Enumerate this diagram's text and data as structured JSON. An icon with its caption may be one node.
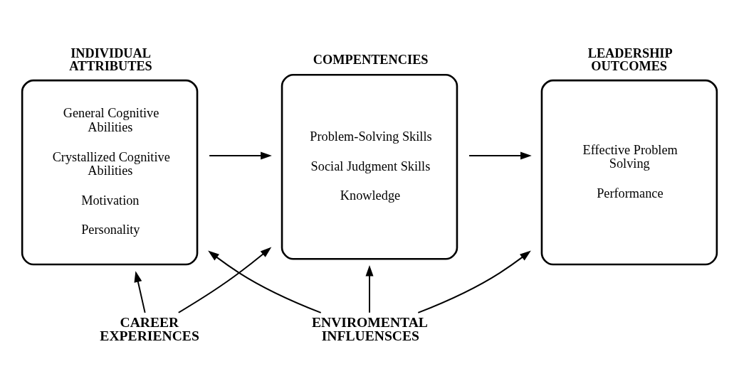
{
  "diagram": {
    "nodes": [
      {
        "text": [
          "INDIVIDUAL ATTRIBUTES",
          "General Cognitive Abilities",
          "Crystallized Cognitive Abilities",
          "Motivation",
          "Personality"
        ]
      },
      {
        "text": [
          "COMPENTENCIES",
          "Problem-Solving Skills",
          "Social Judgment Skills",
          "Knowledge"
        ]
      },
      {
        "text": [
          "LEADERSHIP OUTCOMES",
          "Effective Problem Solving",
          "Performance"
        ]
      },
      {
        "text": [
          "CAREER EXPERIENCES"
        ]
      },
      {
        "text": [
          "ENVIROMENTAL INFLUENSCES"
        ]
      }
    ],
    "edges": [
      {
        "from": 0,
        "to": 1,
        "arrow": "to"
      },
      {
        "from": 1,
        "to": 2,
        "arrow": "to"
      },
      {
        "from": 3,
        "to": 0,
        "arrow": "to"
      },
      {
        "from": 3,
        "to": 1,
        "arrow": "to"
      },
      {
        "from": 4,
        "to": 0,
        "arrow": "to"
      },
      {
        "from": 4,
        "to": 1,
        "arrow": "to"
      },
      {
        "from": 4,
        "to": 2,
        "arrow": "to"
      }
    ]
  }
}
